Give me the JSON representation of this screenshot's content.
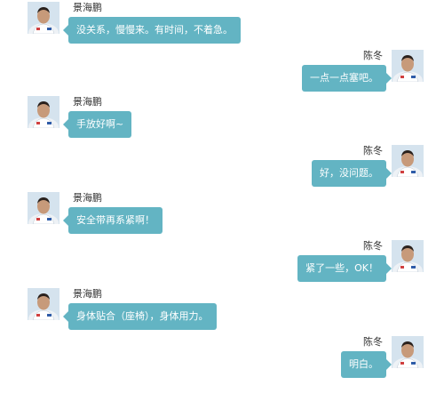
{
  "colors": {
    "bubble": "#63b4c3",
    "bubble_text": "#ffffff",
    "name_text": "#333333",
    "background": "#ffffff"
  },
  "messages": [
    {
      "sender": "景海鹏",
      "text": "没关系，慢慢来。有时间，不着急。",
      "side": "left",
      "avatar": "astronaut-avatar-icon"
    },
    {
      "sender": "陈冬",
      "text": "一点一点塞吧。",
      "side": "right",
      "avatar": "astronaut-avatar-icon"
    },
    {
      "sender": "景海鹏",
      "text": "手放好啊~",
      "side": "left",
      "avatar": "astronaut-avatar-icon"
    },
    {
      "sender": "陈冬",
      "text": "好，没问题。",
      "side": "right",
      "avatar": "astronaut-avatar-icon"
    },
    {
      "sender": "景海鹏",
      "text": "安全带再系紧啊！",
      "side": "left",
      "avatar": "astronaut-avatar-icon"
    },
    {
      "sender": "陈冬",
      "text": "紧了一些，OK！",
      "side": "right",
      "avatar": "astronaut-avatar-icon"
    },
    {
      "sender": "景海鹏",
      "text": "身体贴合（座椅），身体用力。",
      "side": "left",
      "avatar": "astronaut-avatar-icon"
    },
    {
      "sender": "陈冬",
      "text": "明白。",
      "side": "right",
      "avatar": "astronaut-avatar-icon"
    }
  ]
}
